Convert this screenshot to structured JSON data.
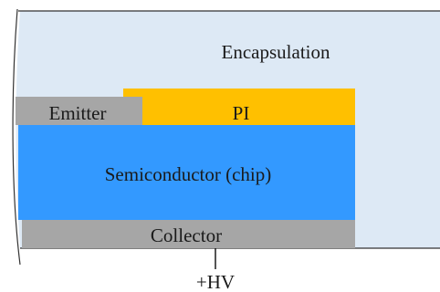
{
  "diagram": {
    "labels": {
      "encapsulation": "Encapsulation",
      "pi": "PI",
      "emitter": "Emitter",
      "semiconductor": "Semiconductor (chip)",
      "collector": "Collector",
      "terminal": "+HV"
    },
    "colors": {
      "encapsulation": "#dde9f5",
      "pi": "#ffc000",
      "emitter": "#a6a6a6",
      "semiconductor": "#3399ff",
      "collector": "#a6a6a6",
      "outline": "#333333"
    }
  }
}
